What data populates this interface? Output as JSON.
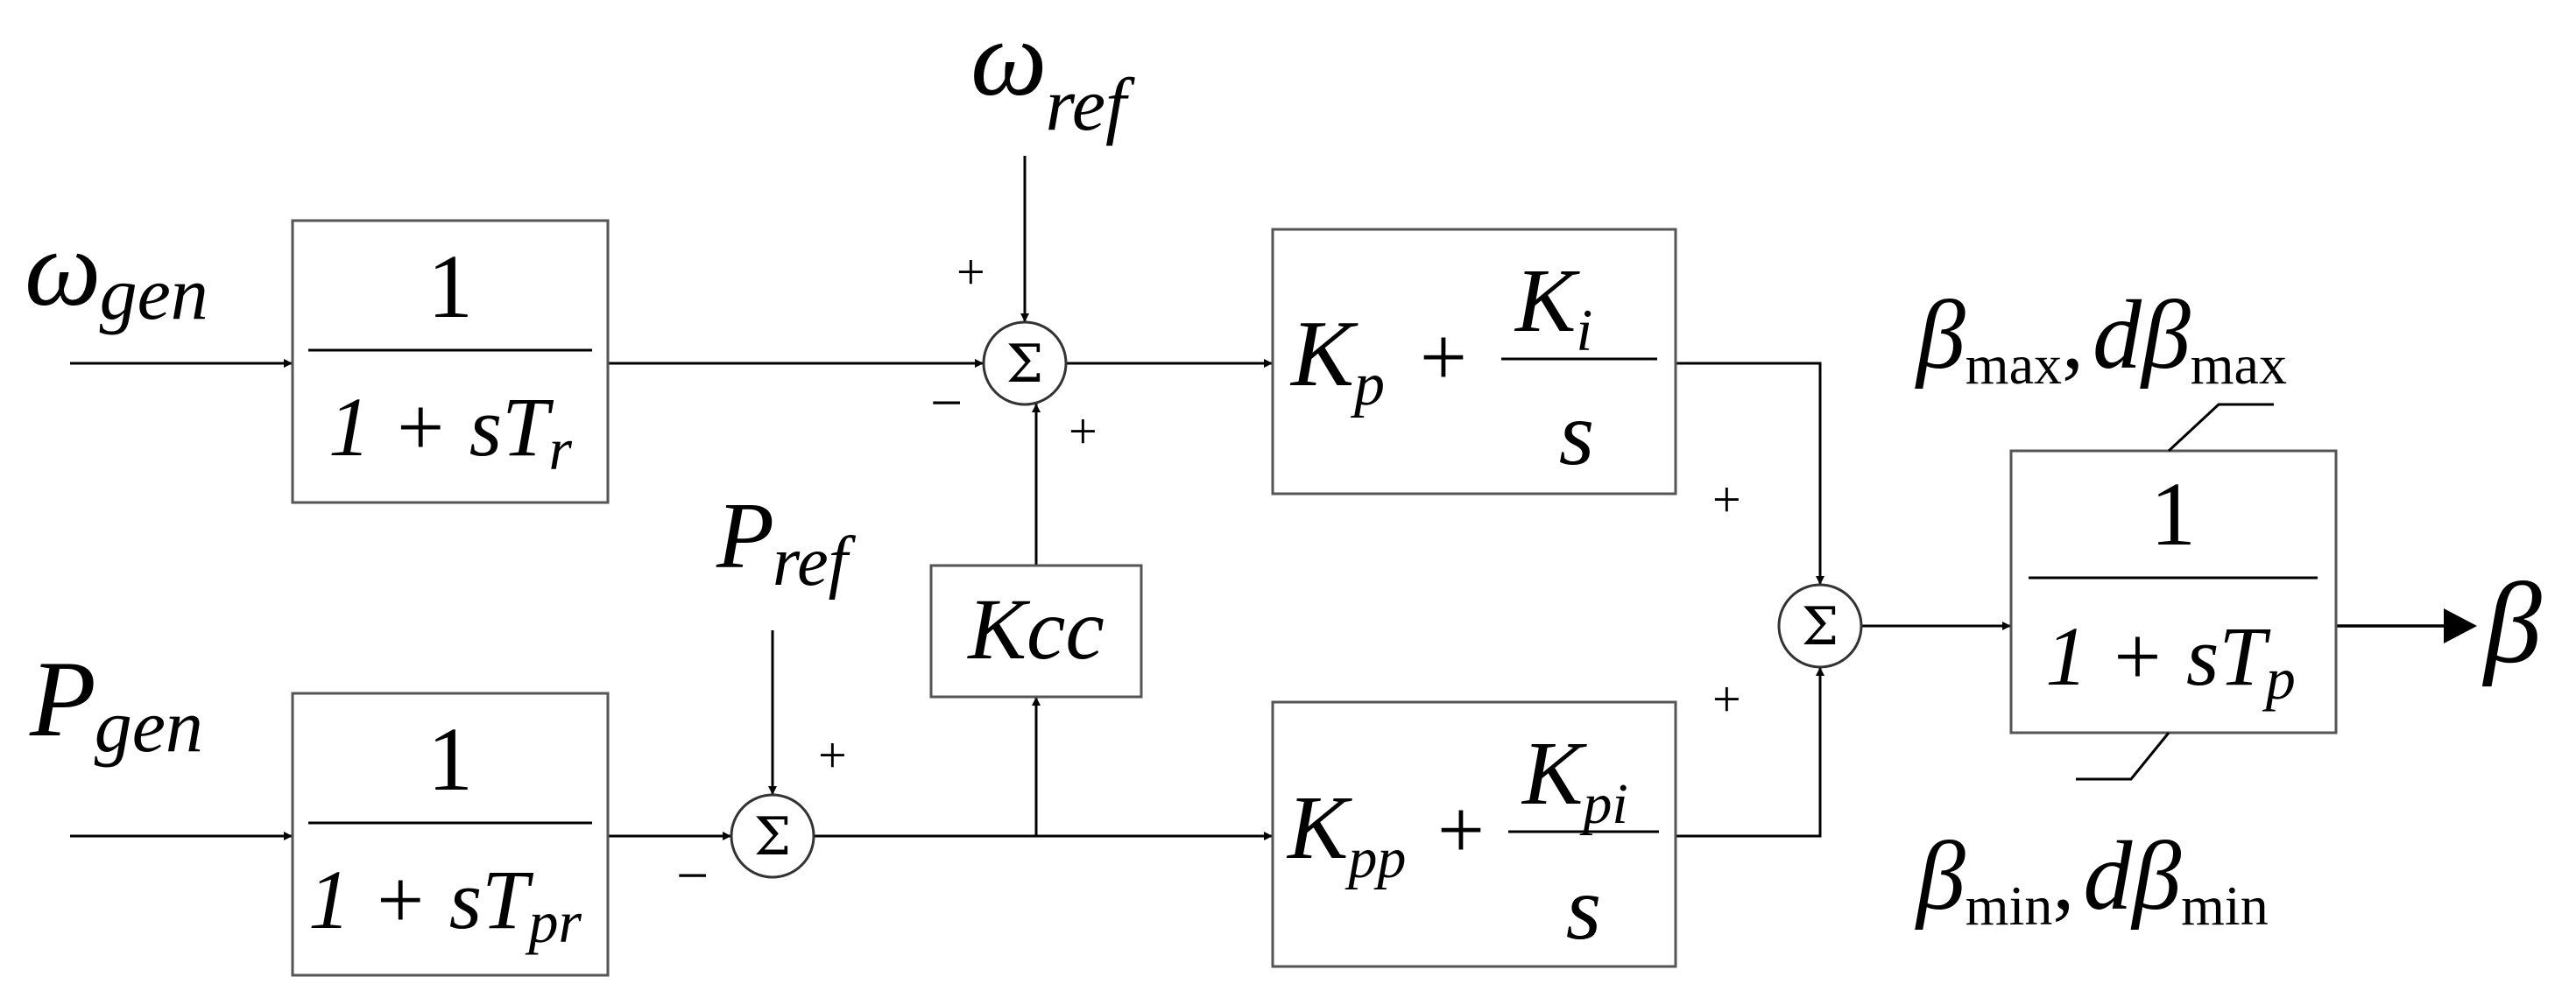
{
  "inputs": {
    "omega_gen": {
      "sym": "ω",
      "sub": "gen"
    },
    "p_gen": {
      "sym": "P",
      "sub": "gen"
    },
    "omega_ref": {
      "sym": "ω",
      "sub": "ref"
    },
    "p_ref": {
      "sym": "P",
      "sub": "ref"
    }
  },
  "blocks": {
    "speed_filter": {
      "num": "1",
      "den_prefix": "1 + sT",
      "den_sub": "r"
    },
    "power_filter": {
      "num": "1",
      "den_prefix": "1 + sT",
      "den_sub": "pr"
    },
    "kcc_gain": {
      "label": "Kcc"
    },
    "speed_pi": {
      "k1": "K",
      "k1_sub": "p",
      "plus": "+",
      "k2": "K",
      "k2_sub": "i",
      "s": "s"
    },
    "power_pi": {
      "k1": "K",
      "k1_sub": "pp",
      "plus": "+",
      "k2": "K",
      "k2_sub": "pi",
      "s": "s"
    },
    "actuator": {
      "num": "1",
      "den_prefix": "1 + sT",
      "den_sub": "p"
    }
  },
  "limits": {
    "upper": {
      "b": "β",
      "b_sub": "max",
      "sep": ",",
      "db": "dβ",
      "db_sub": "max"
    },
    "lower": {
      "b": "β",
      "b_sub": "min",
      "sep": ",",
      "db": "dβ",
      "db_sub": "min"
    }
  },
  "summing_junctions": {
    "symbol": "Σ",
    "sum1_signs": {
      "top": "+",
      "left": "−",
      "bottom": "+"
    },
    "sum2_signs": {
      "top": "+",
      "left": "−"
    },
    "sum3_signs": {
      "top": "+",
      "bottom": "+"
    }
  },
  "output": {
    "sym": "β"
  }
}
